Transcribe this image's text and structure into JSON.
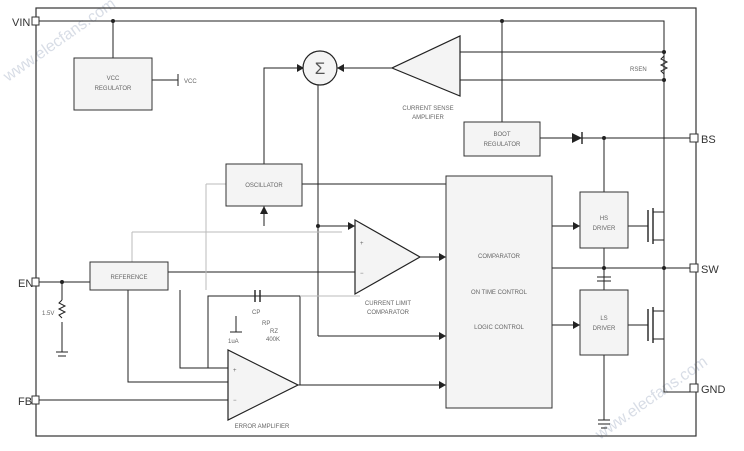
{
  "pins": {
    "vin": "VIN",
    "en": "EN",
    "fb": "FB",
    "bs": "BS",
    "sw": "SW",
    "gnd": "GND"
  },
  "blocks": {
    "vcc_regulator": [
      "VCC",
      "REGULATOR"
    ],
    "vcc_output": "VCC",
    "summer_symbol": "Σ",
    "current_sense_amp": [
      "CURRENT SENSE",
      "AMPLIFIER"
    ],
    "rsen": "RSEN",
    "boot_regulator": [
      "BOOT",
      "REGULATOR"
    ],
    "oscillator": "OSCILLATOR",
    "reference": "REFERENCE",
    "current_limit_comp": [
      "CURRENT LIMIT",
      "COMPARATOR"
    ],
    "comparator_lines": [
      "COMPARATOR",
      "ON TIME CONTROL",
      "LOGIC CONTROL"
    ],
    "hs_driver": [
      "HS",
      "DRIVER"
    ],
    "ls_driver": [
      "LS",
      "DRIVER"
    ],
    "error_amp": "ERROR AMPLIFIER",
    "en_ref": "1.5V",
    "c_label": "CP",
    "r_label1": "RP",
    "r_label2": "RZ",
    "r_label3": "400K",
    "src_label": "1uA"
  },
  "watermark": "www.elecfans.com"
}
